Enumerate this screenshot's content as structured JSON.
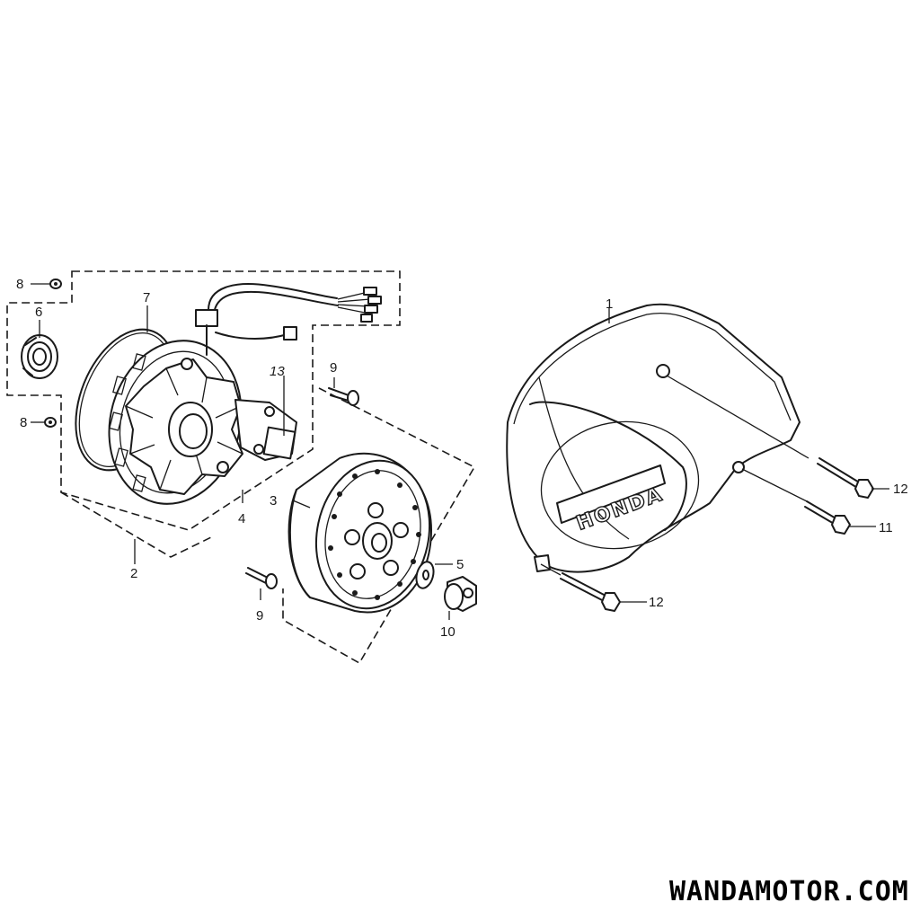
{
  "callouts": {
    "c1": "1",
    "c2": "2",
    "c3": "3",
    "c4": "4",
    "c5": "5",
    "c6": "6",
    "c7": "7",
    "c8a": "8",
    "c8b": "8",
    "c9a": "9",
    "c9b": "9",
    "c10": "10",
    "c11": "11",
    "c12a": "12",
    "c12b": "12",
    "c13": "13"
  },
  "cover_brand": "HONDA",
  "watermark": "WANDAMOTOR.COM",
  "colors": {
    "ink": "#1a1a1a",
    "paper": "#ffffff"
  }
}
